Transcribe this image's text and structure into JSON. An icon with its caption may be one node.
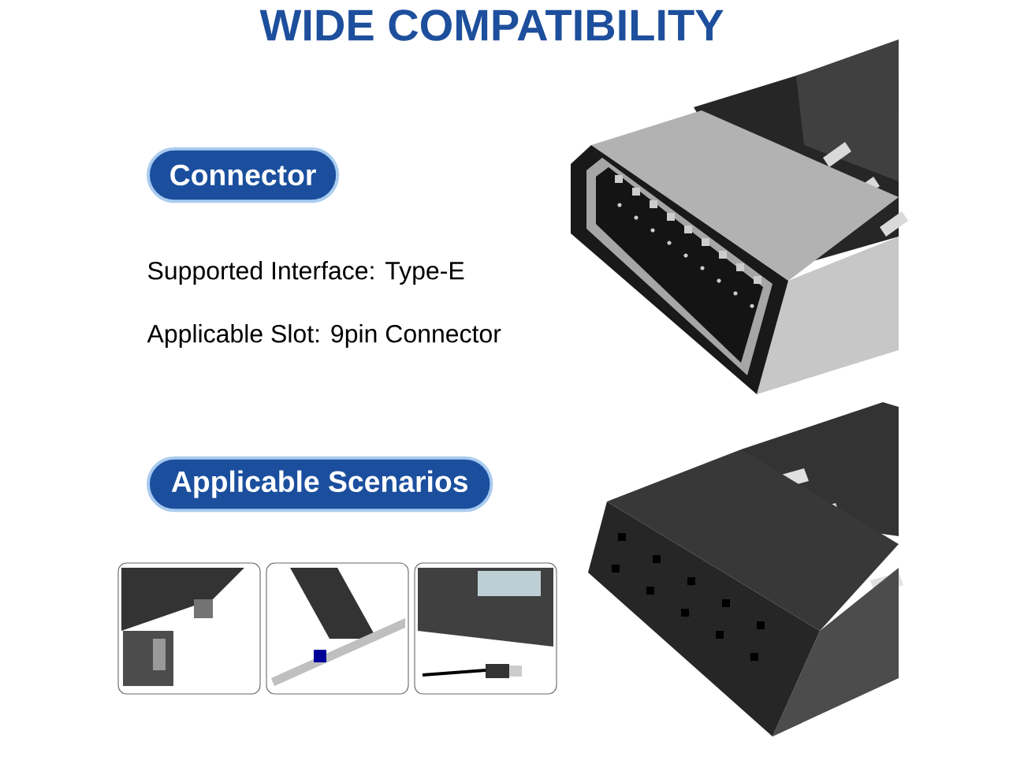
{
  "diagram": {
    "title": "WIDE COMPATIBILITY",
    "nodes": [
      {
        "text": [
          "Connector"
        ]
      },
      {
        "text": [
          "Applicable Scenarios"
        ]
      }
    ],
    "edges": [],
    "labels": [
      "Supported Interface: Type-E",
      "Applicable Slot: 9pin Connector"
    ]
  }
}
